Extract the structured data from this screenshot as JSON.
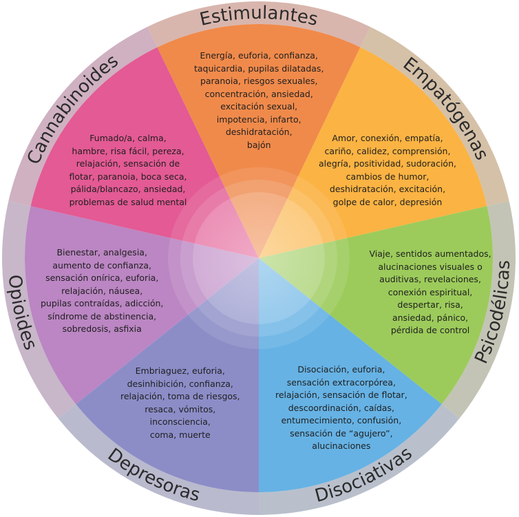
{
  "categories": [
    {
      "id": "estimulantes",
      "name": "Estimulantes",
      "color": "#F08A4B",
      "ring": "#D8B6AE",
      "lines": [
        "Energía, euforia, confianza,",
        "taquicardia, pupilas dilatadas,",
        "paranoia, riesgos sexuales,",
        "concentración, ansiedad,",
        "excitación sexual,",
        "impotencia, infarto,",
        "deshidratación,",
        "bajón"
      ]
    },
    {
      "id": "empatogenas",
      "name": "Empatógenas",
      "color": "#FBB343",
      "ring": "#D5C1A8",
      "lines": [
        "Amor, conexión, empatía,",
        "cariño, calidez, comprensión,",
        "alegría, positividad, sudoración,",
        "cambios de humor,",
        "deshidratación, excitación,",
        "golpe de calor, depresión"
      ]
    },
    {
      "id": "psicodelicas",
      "name": "Psicodélicas",
      "color": "#9CCB5B",
      "ring": "#C3C4B5",
      "lines": [
        "Viaje, sentidos aumentados,",
        "alucinaciones visuales o",
        "auditivas, revelaciones,",
        "conexión espiritual,",
        "despertar, risa,",
        "ansiedad, pánico,",
        "pérdida de control"
      ]
    },
    {
      "id": "disociativas",
      "name": "Disociativas",
      "color": "#66B2E4",
      "ring": "#B9C0CC",
      "lines": [
        "Disociación, euforia,",
        "sensación extracorpórea,",
        "relajación, sensación de flotar,",
        "descoordinación, caídas,",
        "entumecimiento, confusión,",
        "sensación de “agujero”,",
        "alucinaciones"
      ]
    },
    {
      "id": "depresoras",
      "name": "Depresoras",
      "color": "#8C8DC7",
      "ring": "#B9BACD",
      "lines": [
        "Embriaguez, euforia,",
        "desinhibición, confianza,",
        "relajación, toma de riesgos,",
        "resaca, vómitos,",
        "inconsciencia,",
        "coma, muerte"
      ]
    },
    {
      "id": "opioides",
      "name": "Opioides",
      "color": "#BB86C3",
      "ring": "#C7B7C9",
      "lines": [
        "Bienestar, analgesia,",
        "aumento de confianza,",
        "sensación onírica, euforia,",
        "relajación, náusea,",
        "pupilas contraídas, adicción,",
        "síndrome de abstinencia,",
        "sobredosis, asfixia"
      ]
    },
    {
      "id": "cannabinoides",
      "name": "Cannabinoides",
      "color": "#E35A94",
      "ring": "#CFB1C1",
      "lines": [
        "Fumado/a, calma,",
        "hambre, risa fácil, pereza,",
        "relajación, sensación de",
        "flotar, paranoia, boca seca,",
        "pálida/blancazo, ansiedad,",
        "problemas de salud mental"
      ]
    }
  ]
}
